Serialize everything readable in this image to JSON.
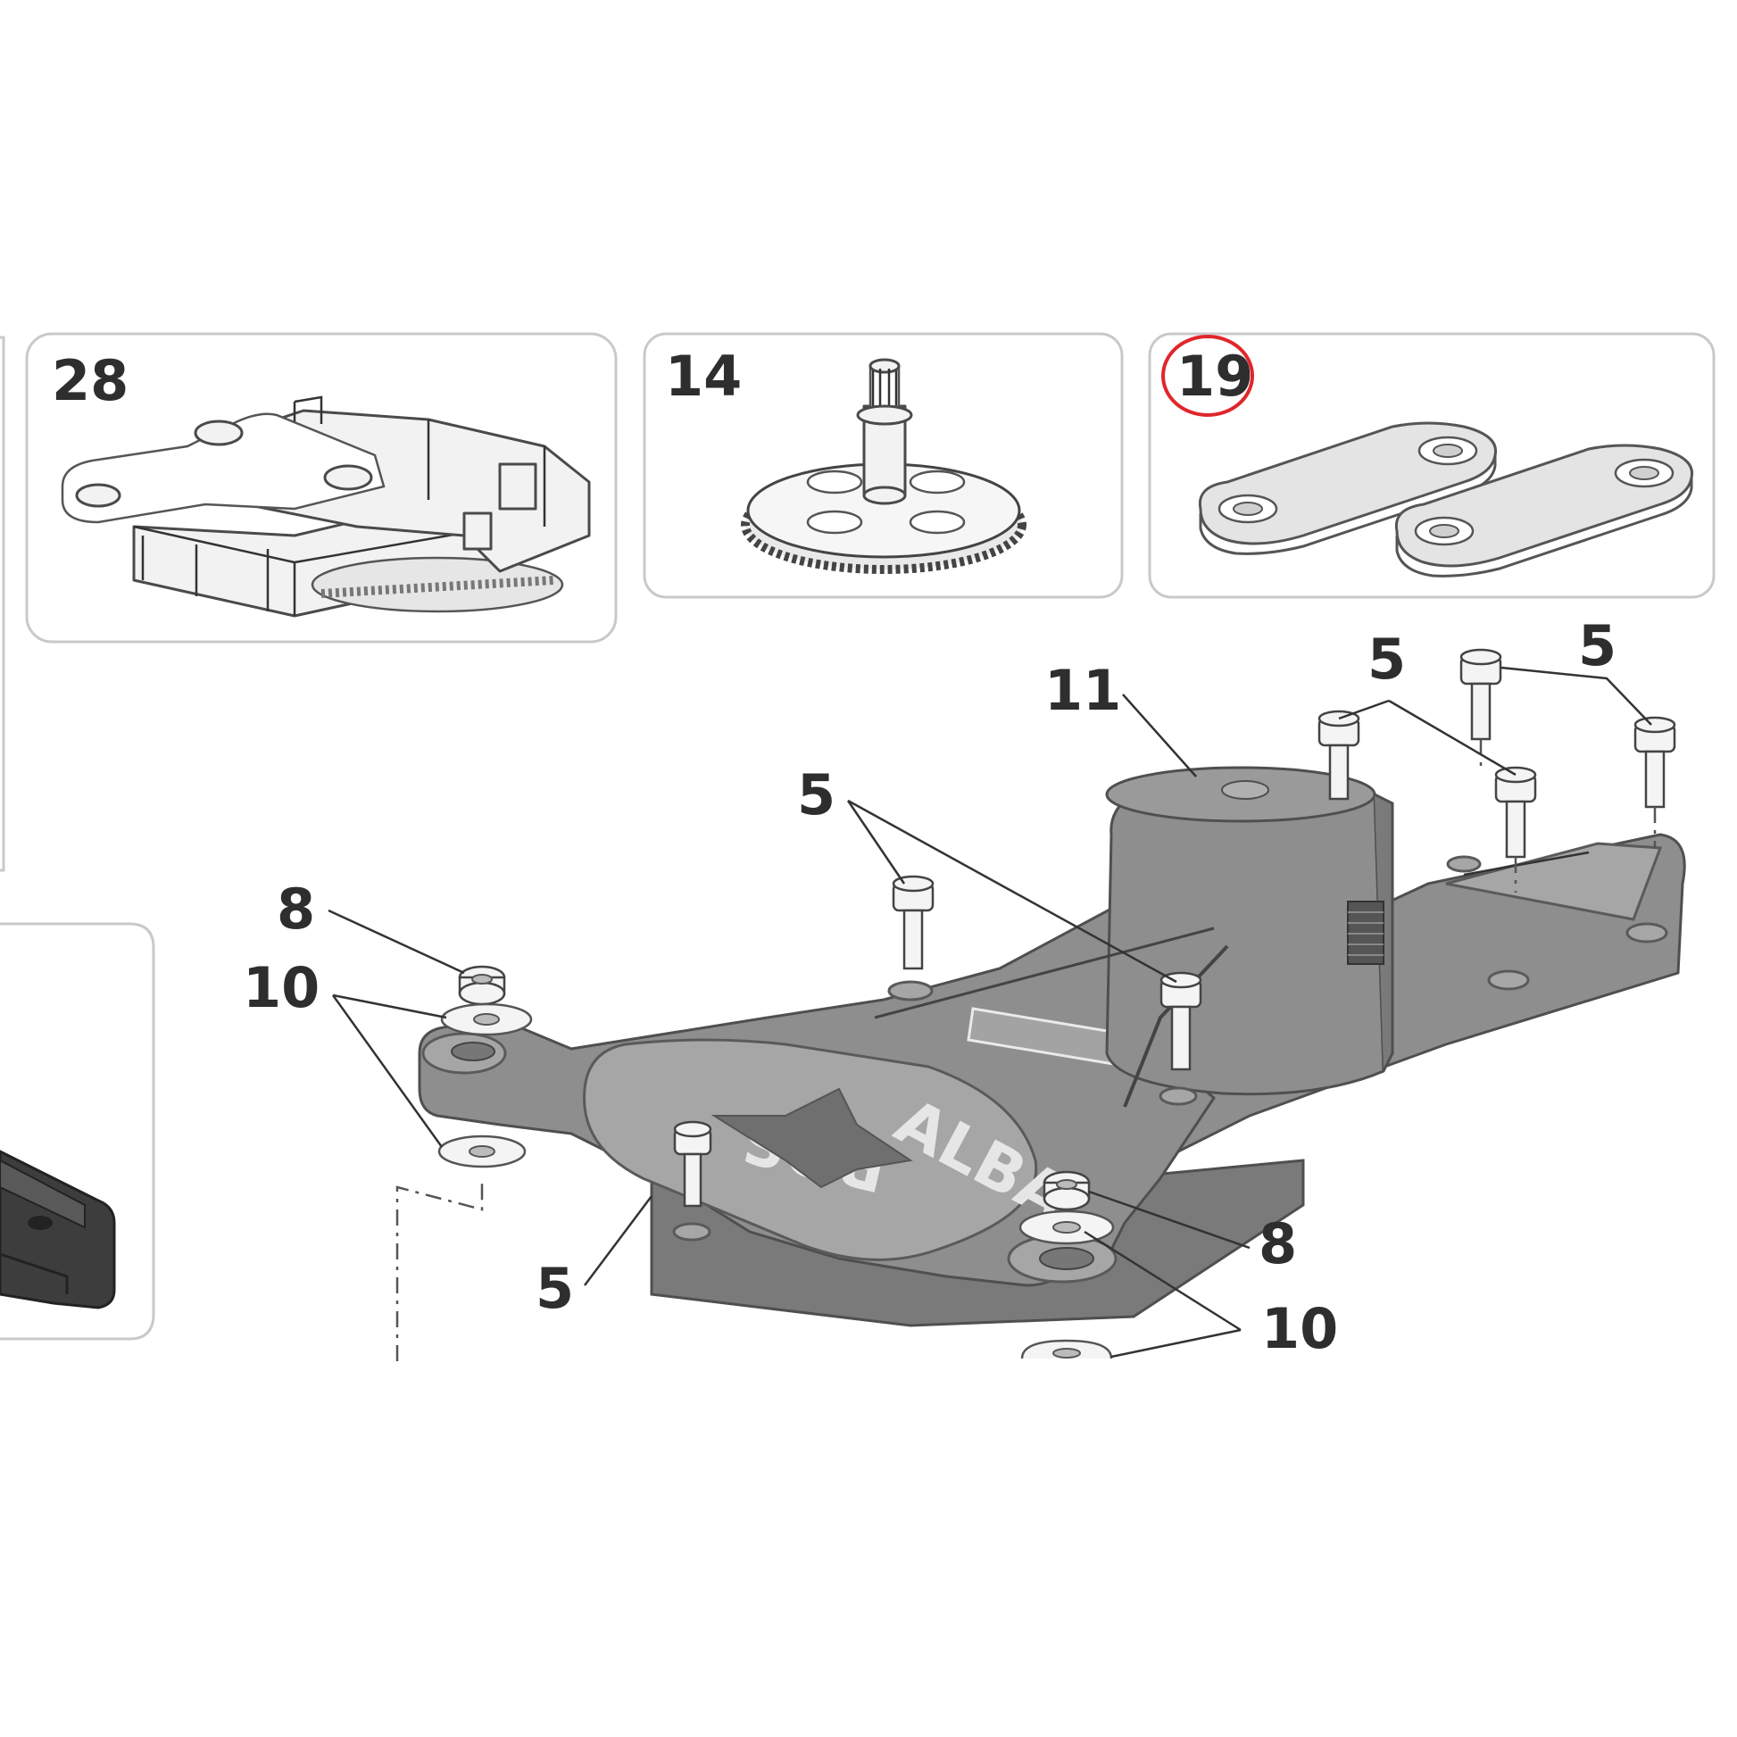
{
  "panels": [
    {
      "number": "28"
    },
    {
      "number": "14"
    },
    {
      "number": "19",
      "highlight_color": "#e0262b"
    }
  ],
  "callouts": {
    "c11": "11",
    "c5_a": "5",
    "c5_b": "5",
    "c5_c": "5",
    "c5_d": "5",
    "c8_a": "8",
    "c8_b": "8",
    "c10_a": "10",
    "c10_b": "10"
  },
  "brand_text": {
    "alba": "ALBA",
    "ros": "ROS"
  },
  "colors": {
    "base_grey": "#8e8e8e",
    "line": "#333333",
    "highlight": "#e0262b"
  }
}
